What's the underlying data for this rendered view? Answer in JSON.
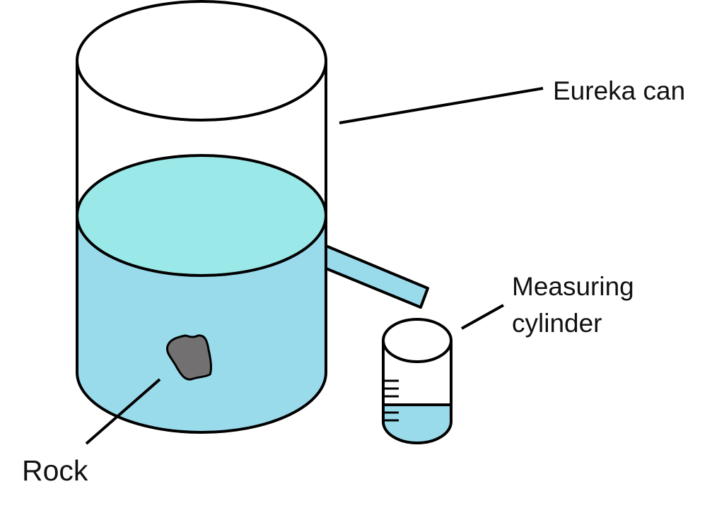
{
  "labels": {
    "eureka_can": "Eureka can",
    "measuring_cylinder_line1": "Measuring",
    "measuring_cylinder_line2": "cylinder",
    "rock": "Rock"
  },
  "colors": {
    "water_surface": "#9be8e8",
    "water_body": "#9adbeb",
    "rock": "#727070",
    "outline": "#000000"
  },
  "measuring_cylinder": {
    "graduation_marks": 5
  }
}
